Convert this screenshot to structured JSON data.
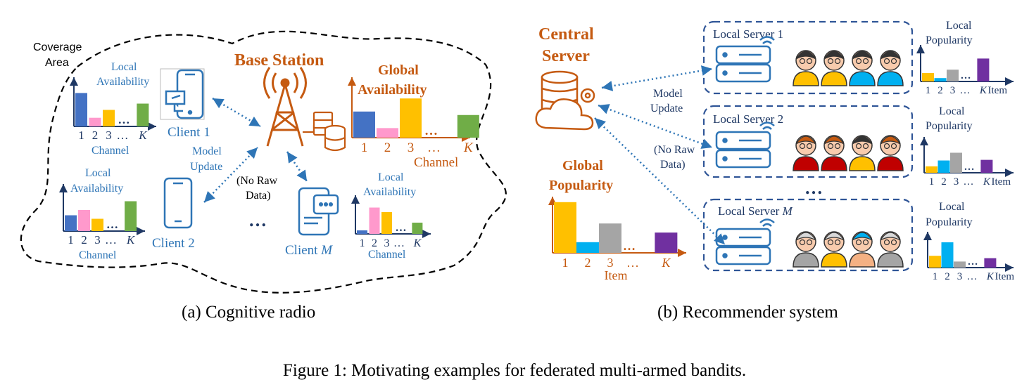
{
  "colors": {
    "blue": "#4472C4",
    "pink": "#FF99CC",
    "yellow": "#FFC000",
    "green": "#70AD47",
    "cyan": "#00B0F0",
    "gray": "#A5A5A5",
    "purple": "#7030A0",
    "orange": "#C55A11",
    "navy": "#1F3864",
    "link": "#2E75B6"
  },
  "panel_a": {
    "coverage_area": [
      "Coverage",
      "Area"
    ],
    "base_station": "Base Station",
    "clients": [
      "Client 1",
      "Client 2",
      "Client"
    ],
    "client_m_var": "M",
    "model_update": [
      "Model",
      "Update"
    ],
    "no_raw_data": [
      "(No Raw",
      "Data)"
    ],
    "ellipsis": "…",
    "local_availability": [
      "Local",
      "Availability"
    ],
    "global_availability": [
      "Global",
      "Availability"
    ],
    "channel": "Channel",
    "caption": "(a)  Cognitive radio"
  },
  "panel_b": {
    "central_server": [
      "Central",
      "Server"
    ],
    "local_servers": [
      "Local Server 1",
      "Local Server 2",
      "Local Server"
    ],
    "local_server_m_var": "M",
    "model_update": [
      "Model",
      "Update"
    ],
    "no_raw_data": [
      "(No Raw",
      "Data)"
    ],
    "ellipsis": "…",
    "global_popularity": [
      "Global",
      "Popularity"
    ],
    "local_popularity": [
      "Local",
      "Popularity"
    ],
    "item": "Item",
    "caption": "(b)  Recommender system"
  },
  "tick_labels": [
    "1",
    "2",
    "3",
    "…",
    "K"
  ],
  "figure_caption": "Figure 1: Motivating examples for federated multi-armed bandits.",
  "chart_data": [
    {
      "type": "bar",
      "title": "Local Availability",
      "xlabel": "Channel",
      "categories": [
        "1",
        "2",
        "3",
        "…",
        "K"
      ],
      "values": [
        0.85,
        0.22,
        0.42,
        null,
        0.58
      ],
      "colors": [
        "blue",
        "pink",
        "yellow",
        null,
        "green"
      ]
    },
    {
      "type": "bar",
      "title": "Local Availability",
      "xlabel": "Channel",
      "categories": [
        "1",
        "2",
        "3",
        "…",
        "K"
      ],
      "values": [
        0.45,
        0.6,
        0.35,
        null,
        0.85
      ],
      "colors": [
        "blue",
        "pink",
        "yellow",
        null,
        "green"
      ]
    },
    {
      "type": "bar",
      "title": "Local Availability",
      "xlabel": "Channel",
      "categories": [
        "1",
        "2",
        "3",
        "…",
        "K"
      ],
      "values": [
        0.1,
        0.75,
        0.62,
        null,
        0.32
      ],
      "colors": [
        "blue",
        "pink",
        "yellow",
        null,
        "green"
      ]
    },
    {
      "type": "bar",
      "title": "Global Availability",
      "xlabel": "Channel",
      "categories": [
        "1",
        "2",
        "3",
        "…",
        "K"
      ],
      "values": [
        0.6,
        0.22,
        0.9,
        null,
        0.52
      ],
      "colors": [
        "blue",
        "pink",
        "yellow",
        null,
        "green"
      ]
    },
    {
      "type": "bar",
      "title": "Local Popularity",
      "xlabel": "Item",
      "categories": [
        "1",
        "2",
        "3",
        "…",
        "K"
      ],
      "values": [
        0.25,
        0.1,
        0.35,
        null,
        0.68
      ],
      "colors": [
        "yellow",
        "cyan",
        "gray",
        null,
        "purple"
      ]
    },
    {
      "type": "bar",
      "title": "Local Popularity",
      "xlabel": "Item",
      "categories": [
        "1",
        "2",
        "3",
        "…",
        "K"
      ],
      "values": [
        0.2,
        0.38,
        0.62,
        null,
        0.4
      ],
      "colors": [
        "yellow",
        "cyan",
        "gray",
        null,
        "purple"
      ]
    },
    {
      "type": "bar",
      "title": "Local Popularity",
      "xlabel": "Item",
      "categories": [
        "1",
        "2",
        "3",
        "…",
        "K"
      ],
      "values": [
        0.35,
        0.75,
        0.18,
        null,
        0.28
      ],
      "colors": [
        "yellow",
        "cyan",
        "gray",
        null,
        "purple"
      ]
    },
    {
      "type": "bar",
      "title": "Global Popularity",
      "xlabel": "Item",
      "categories": [
        "1",
        "2",
        "3",
        "…",
        "K"
      ],
      "values": [
        0.95,
        0.2,
        0.55,
        null,
        0.38
      ],
      "colors": [
        "yellow",
        "cyan",
        "gray",
        null,
        "purple"
      ]
    }
  ]
}
